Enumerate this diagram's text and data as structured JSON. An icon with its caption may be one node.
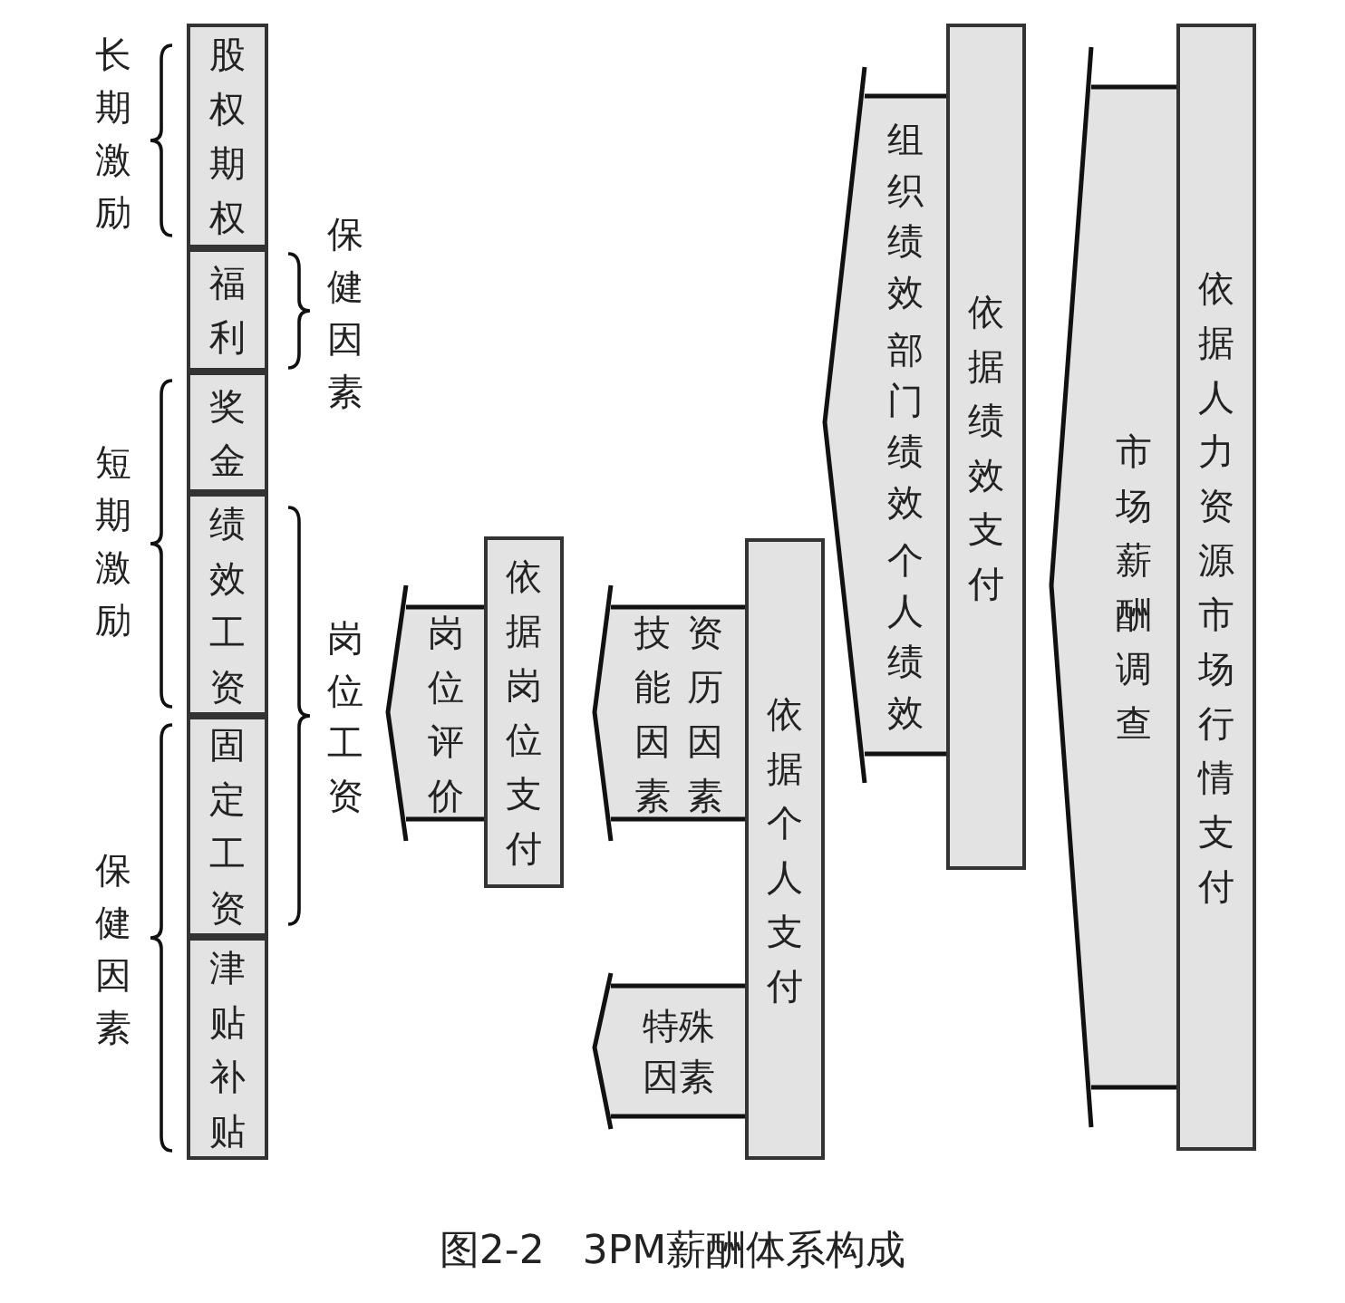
{
  "diagram": {
    "caption": "图2-2 3PM薪酬体系构成",
    "nodes": [
      {
        "text": [
          "股权期权"
        ]
      },
      {
        "text": [
          "福利"
        ]
      },
      {
        "text": [
          "奖金"
        ]
      },
      {
        "text": [
          "绩效工资"
        ]
      },
      {
        "text": [
          "固定工资"
        ]
      },
      {
        "text": [
          "津贴补贴"
        ]
      },
      {
        "text": [
          "岗位评价"
        ]
      },
      {
        "text": [
          "依据岗位支付"
        ]
      },
      {
        "text": [
          "技能因素",
          "资历因素"
        ]
      },
      {
        "text": [
          "特殊因素"
        ]
      },
      {
        "text": [
          "依据个人支付"
        ]
      },
      {
        "text": [
          "组织绩效",
          "部门绩效",
          "个人绩效"
        ]
      },
      {
        "text": [
          "依据绩效支付"
        ]
      },
      {
        "text": [
          "市场薪酬调查"
        ]
      },
      {
        "text": [
          "依据人力资源市场行情支付"
        ]
      }
    ],
    "labels": [
      "长期激励",
      "保健因素",
      "短期激励",
      "岗位工资",
      "保健因素"
    ]
  }
}
